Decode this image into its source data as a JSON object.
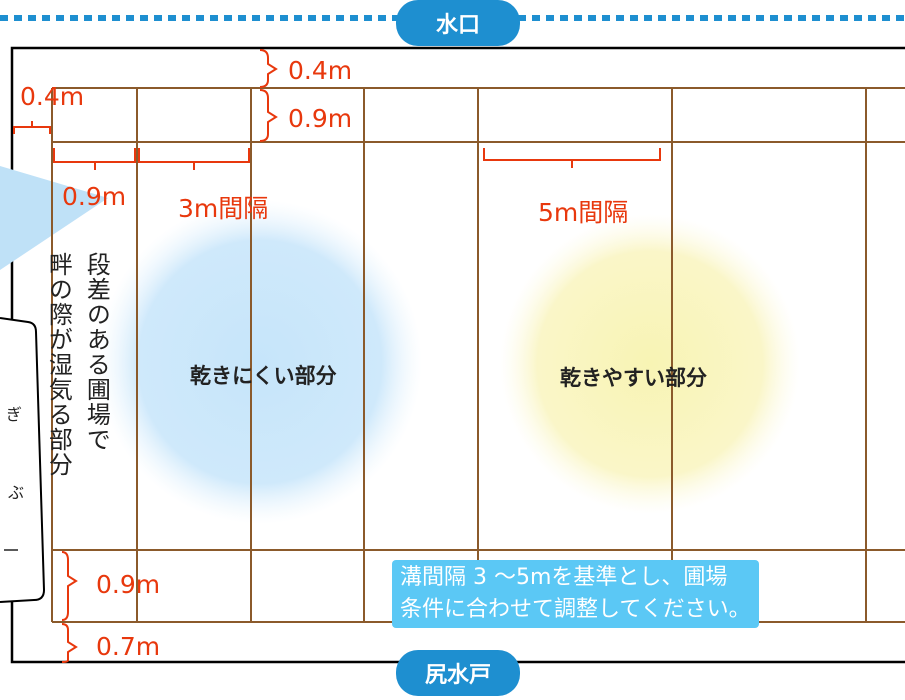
{
  "top_label": "水口",
  "bottom_label": "尻水戸",
  "zone_dry_hard": "乾きにくい部分",
  "zone_dry_easy": "乾きやすい部分",
  "side_label_right": "段差のある圃場で",
  "side_label_left": "畔の際が湿気る部分",
  "measurements": {
    "top_gap": "0.4m",
    "top_row": "0.9m",
    "left_gap": "0.4m",
    "first_col": "0.9m",
    "interval_3": "3m間隔",
    "interval_5": "5m間隔",
    "bottom_row": "0.9m",
    "bottom_gap": "0.7m"
  },
  "note_lines": [
    "溝間隔 3 ～5mを基準とし、圃場",
    "条件に合わせて調整してください。"
  ],
  "colors": {
    "grid": "#8b5a2b",
    "accent": "#1e8fd0",
    "measure": "#e8380d",
    "wet_glow": "#cde9fb",
    "dry_glow": "#f7f2b6",
    "note_bg": "#5bc8f5"
  }
}
